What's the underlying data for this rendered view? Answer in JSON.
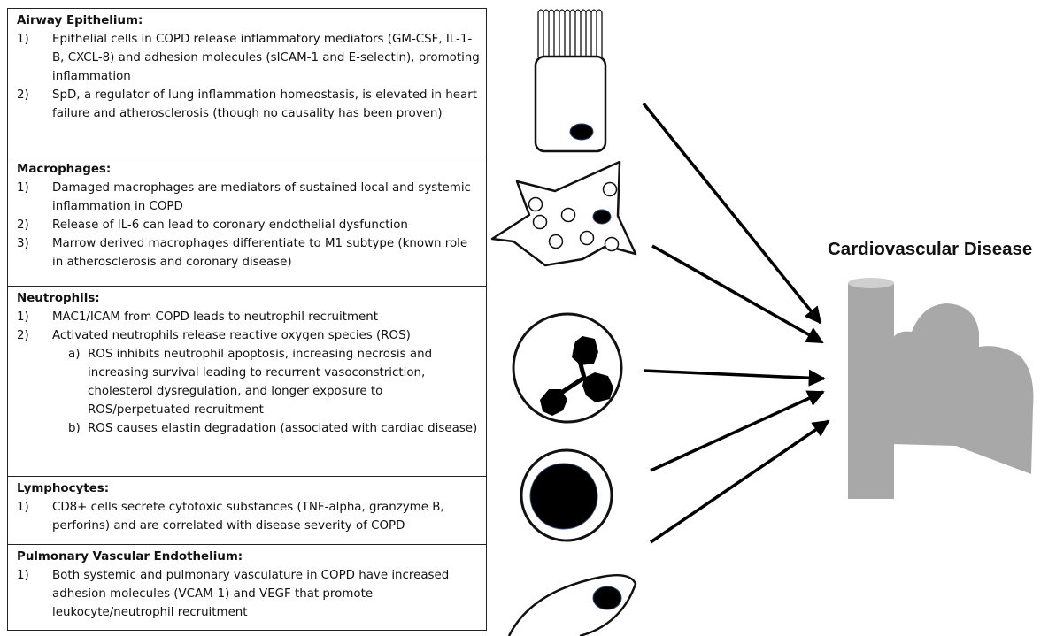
{
  "sections": [
    {
      "title": "Airway Epithelium:",
      "items": [
        {
          "num": "1)",
          "text": "Epithelial cells in COPD release inflammatory mediators (GM-CSF, IL-1-B, CXCL-8) and adhesion molecules (sICAM-1 and E-selectin), promoting inflammation"
        },
        {
          "num": "2)",
          "text": "SpD, a regulator of lung inflammation homeostasis, is elevated in heart failure and atherosclerosis (though no causality has been proven)"
        }
      ]
    },
    {
      "title": "Macrophages:",
      "items": [
        {
          "num": "1)",
          "text": "Damaged macrophages are mediators of sustained local and systemic inflammation in COPD"
        },
        {
          "num": "2)",
          "text": "Release of IL-6 can lead to coronary endothelial dysfunction"
        },
        {
          "num": "3)",
          "text": "Marrow derived macrophages differentiate to M1 subtype (known role in atherosclerosis and coronary disease)"
        }
      ]
    },
    {
      "title": "Neutrophils:",
      "items": [
        {
          "num": "1)",
          "text": "MAC1/ICAM from COPD leads to neutrophil recruitment"
        },
        {
          "num": "2)",
          "text": "Activated neutrophils release reactive oxygen species (ROS)"
        },
        {
          "num": "a)",
          "text": "ROS inhibits neutrophil apoptosis, increasing necrosis and increasing survival leading to recurrent vasoconstriction, cholesterol dysregulation, and longer exposure to ROS/perpetuated recruitment",
          "sub": true
        },
        {
          "num": "b)",
          "text": "ROS causes elastin degradation (associated with cardiac disease)",
          "sub": true
        }
      ]
    },
    {
      "title": "Lymphocytes:",
      "items": [
        {
          "num": "1)",
          "text": "CD8+ cells secrete cytotoxic substances (TNF-alpha, granzyme B, perforins) and are correlated with disease severity of COPD"
        }
      ]
    },
    {
      "title": "Pulmonary Vascular Endothelium:",
      "items": [
        {
          "num": "1)",
          "text": "Both systemic and pulmonary vasculature in COPD have increased adhesion molecules (VCAM-1) and VEGF that promote leukocyte/neutrophil recruitment"
        }
      ]
    }
  ],
  "target": {
    "title": "Cardiovascular Disease"
  },
  "colors": {
    "border": "#222222",
    "organ_fill": "#a9a8a8",
    "organ_top": "#cfcfcf",
    "nucleus": "#000000",
    "arrow": "#000000"
  }
}
